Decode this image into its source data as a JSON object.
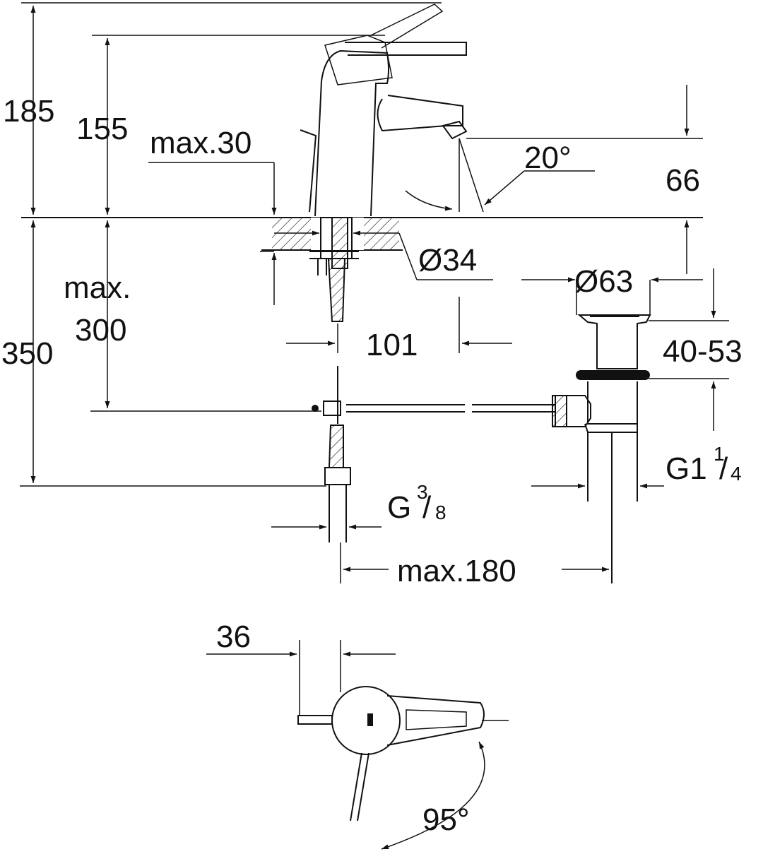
{
  "dimensions": {
    "h185": "185",
    "h155": "155",
    "max30": "max.30",
    "angle20": "20°",
    "h66": "66",
    "dia34": "Ø34",
    "dia63": "Ø63",
    "max300_line1": "max.",
    "max300_line2": "300",
    "h350": "350",
    "w101": "101",
    "range40_53": "40-53",
    "thread_g114_main": "G1",
    "thread_g114_num": "1",
    "thread_g114_den": "4",
    "thread_g38_main": "G",
    "thread_g38_num": "3",
    "thread_g38_den": "8",
    "max180": "max.180",
    "w36": "36",
    "angle95": "95°"
  }
}
